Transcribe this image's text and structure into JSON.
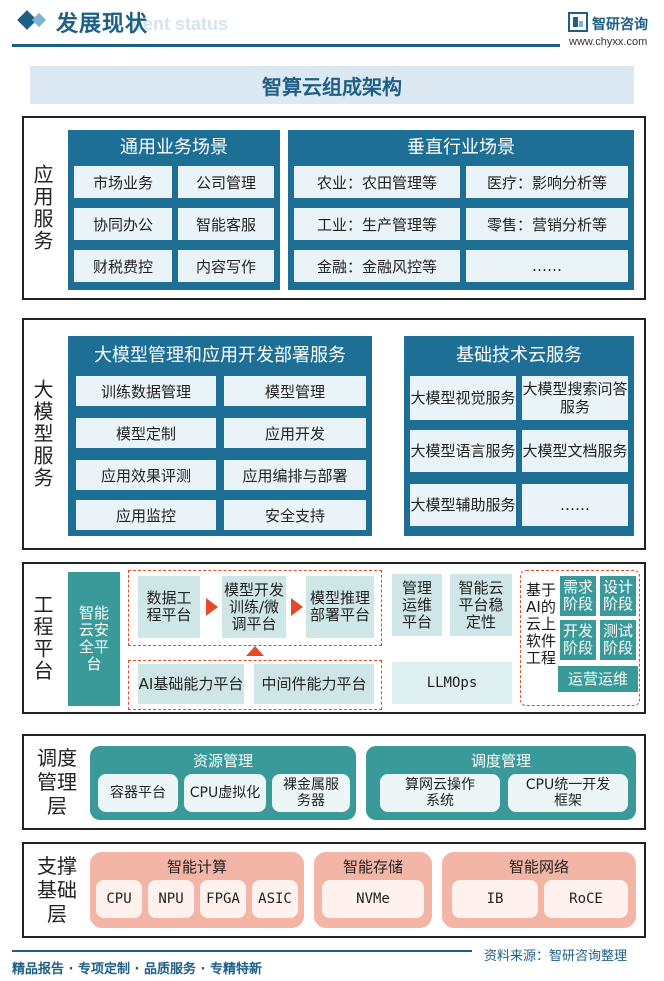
{
  "header": {
    "title": "发展现状",
    "subtitle_en": "nent status",
    "logo_name": "智研咨询",
    "logo_url": "www.chyxx.com"
  },
  "diagram_title": "智算云组成架构",
  "app_service": {
    "side_label": "应用服务",
    "general": {
      "title": "通用业务场景",
      "items": [
        "市场业务",
        "公司管理",
        "协同办公",
        "智能客服",
        "财税费控",
        "内容写作"
      ]
    },
    "vertical": {
      "title": "垂直行业场景",
      "items": [
        "农业：农田管理等",
        "医疗：影响分析等",
        "工业：生产管理等",
        "零售：营销分析等",
        "金融：金融风控等",
        "……"
      ]
    }
  },
  "model_service": {
    "side_label": "大模型服务",
    "mgmt": {
      "title": "大模型管理和应用开发部署服务",
      "items": [
        "训练数据管理",
        "模型管理",
        "模型定制",
        "应用开发",
        "应用效果评测",
        "应用编排与部署",
        "应用监控",
        "安全支持"
      ]
    },
    "cloud": {
      "title": "基础技术云服务",
      "items": [
        "大模型视觉服务",
        "大模型搜索问答服务",
        "大模型语言服务",
        "大模型文档服务",
        "大模型辅助服务",
        "……"
      ]
    }
  },
  "engineering": {
    "side_label": "工程平台",
    "security": "智能云安全平台",
    "data_eng": "数据工程平台",
    "model_dev": "模型开发训练/微调平台",
    "model_infer": "模型推理部署平台",
    "ai_base": "AI基础能力平台",
    "middleware": "中间件能力平台",
    "ops_mgmt": "管理运维平台",
    "cloud_stable": "智能云平台稳定性",
    "llmops": "LLMOps",
    "ai_cloud_sw": "基于AI的云上软件工程",
    "req_stage": "需求阶段",
    "design_stage": "设计阶段",
    "dev_stage": "开发阶段",
    "test_stage": "测试阶段",
    "ops_run": "运营运维"
  },
  "scheduling": {
    "side_label": "调度管理层",
    "resource": {
      "title": "资源管理",
      "items": [
        "容器平台",
        "CPU虚拟化",
        "裸金属服务器"
      ]
    },
    "dispatch": {
      "title": "调度管理",
      "items": [
        "算网云操作系统",
        "CPU统一开发框架"
      ]
    }
  },
  "base": {
    "side_label": "支撑基础层",
    "compute": {
      "title": "智能计算",
      "items": [
        "CPU",
        "NPU",
        "FPGA",
        "ASIC"
      ]
    },
    "storage": {
      "title": "智能存储",
      "items": [
        "NVMe"
      ]
    },
    "network": {
      "title": "智能网络",
      "items": [
        "IB",
        "RoCE"
      ]
    }
  },
  "footer": {
    "left": "精品报告 · 专项定制 · 品质服务 · 专精特新",
    "right": "资料来源：智研咨询整理"
  },
  "colors": {
    "primary": "#1e6f95",
    "teal": "#3a9a9a",
    "accent_red": "#e24a2a",
    "salmon": "#f2b5a6"
  }
}
